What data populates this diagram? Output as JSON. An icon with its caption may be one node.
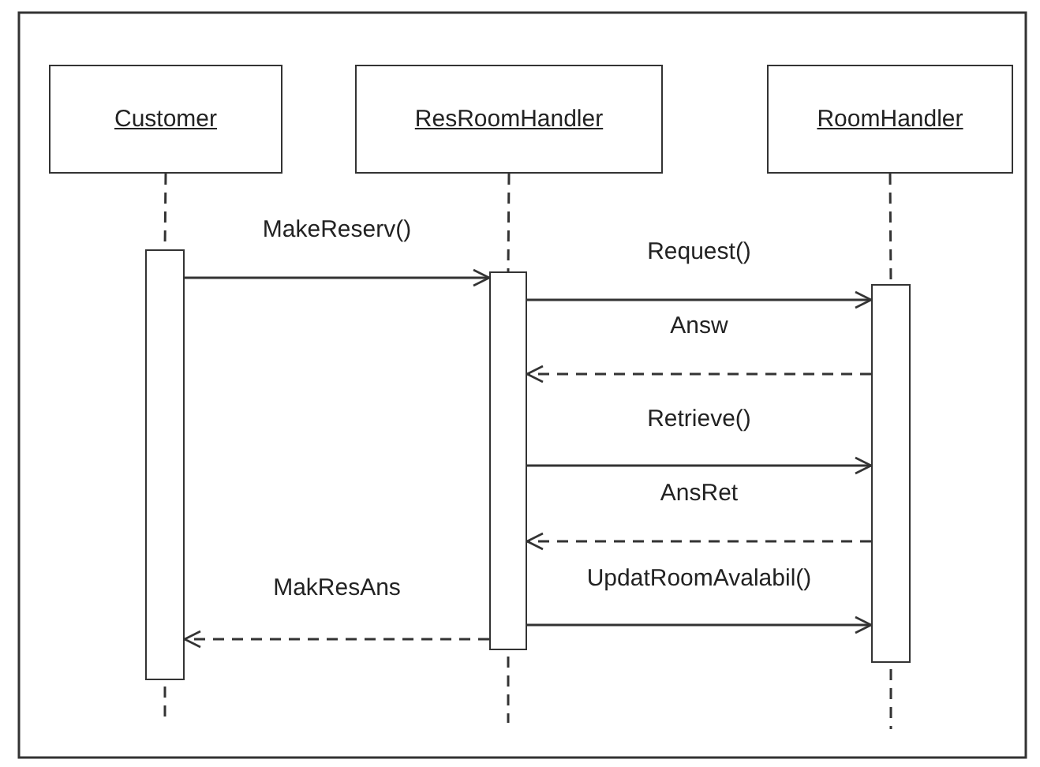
{
  "diagram": {
    "nodes": [
      {
        "text": [
          "Customer"
        ]
      },
      {
        "text": [
          "ResRoomHandler"
        ]
      },
      {
        "text": [
          "RoomHandler"
        ]
      },
      {
        "text": [],
        "shape": "bar"
      },
      {
        "text": [],
        "shape": "bar"
      },
      {
        "text": [],
        "shape": "bar"
      }
    ],
    "edges": [
      {
        "from": 0,
        "to": 3,
        "arrow": "none",
        "style": "dashed"
      },
      {
        "from": 1,
        "to": 4,
        "arrow": "none",
        "style": "dashed"
      },
      {
        "from": 2,
        "to": 5,
        "arrow": "none",
        "style": "dashed"
      },
      {
        "from": 3,
        "to": 4,
        "arrow": "to",
        "label": "MakeReserv()"
      },
      {
        "from": 4,
        "to": 5,
        "arrow": "to",
        "label": "Request()"
      },
      {
        "from": 5,
        "to": 4,
        "arrow": "to",
        "label": "Answ",
        "style": "dashed"
      },
      {
        "from": 4,
        "to": 5,
        "arrow": "to",
        "label": "Retrieve()"
      },
      {
        "from": 5,
        "to": 4,
        "arrow": "to",
        "label": "AnsRet",
        "style": "dashed"
      },
      {
        "from": 4,
        "to": 5,
        "arrow": "to",
        "label": "UpdatRoomAvalabil()"
      },
      {
        "from": 4,
        "to": 3,
        "arrow": "to",
        "label": "MakResAns",
        "style": "dashed"
      }
    ]
  }
}
